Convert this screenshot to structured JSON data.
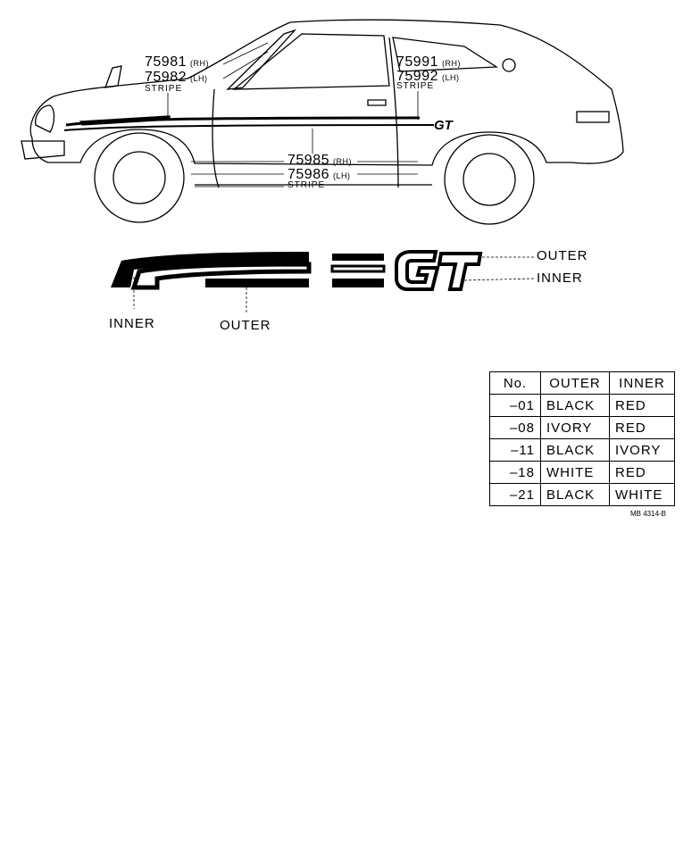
{
  "callouts": {
    "front_stripe": {
      "rh_no": "75981",
      "rh_side": "(RH)",
      "lh_no": "75982",
      "lh_side": "(LH)",
      "name": "STRIPE"
    },
    "rear_stripe": {
      "rh_no": "75991",
      "rh_side": "(RH)",
      "lh_no": "75992",
      "lh_side": "(LH)",
      "name": "STRIPE"
    },
    "side_stripe": {
      "rh_no": "75985",
      "rh_side": "(RH)",
      "lh_no": "75986",
      "lh_side": "(LH)",
      "name": "STRIPE"
    }
  },
  "badge_text": "GT",
  "stripe_callouts": {
    "outer_right": "OUTER",
    "inner_right": "INNER",
    "inner_left": "INNER",
    "outer_bottom": "OUTER"
  },
  "color_table": {
    "headers": [
      "No.",
      "OUTER",
      "INNER"
    ],
    "rows": [
      {
        "no": "–01",
        "outer": "BLACK",
        "inner": "RED"
      },
      {
        "no": "–08",
        "outer": "IVORY",
        "inner": "RED"
      },
      {
        "no": "–11",
        "outer": "BLACK",
        "inner": "IVORY"
      },
      {
        "no": "–18",
        "outer": "WHITE",
        "inner": "RED"
      },
      {
        "no": "–21",
        "outer": "BLACK",
        "inner": "WHITE"
      }
    ]
  },
  "figure_code": "MB 4314-B"
}
